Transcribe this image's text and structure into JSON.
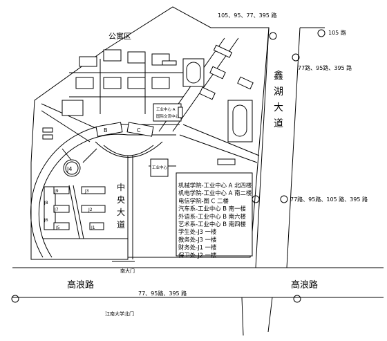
{
  "map": {
    "areas": {
      "apartment": "公寓区"
    },
    "roads": {
      "xinhu": "鑫湖大道",
      "central": "中央大道",
      "gaolang_left": "高浪路",
      "gaolang_right": "高浪路"
    },
    "bus": {
      "top": "105、95、77、395 路",
      "top_right": "105 路",
      "right_upper": "77路、95路、395 路",
      "right_middle": "77路、95路、105 路、395 路",
      "bottom": "77、95路、395 路"
    },
    "gates": {
      "south": "南大门",
      "north_jiangnan": "江南大学北门"
    },
    "buildings": {
      "b": "B",
      "c": "C",
      "j1": "J1",
      "j2": "J2",
      "j3": "J3",
      "j4": "J4",
      "j5": "J5",
      "j6": "J6",
      "j7": "J7",
      "j8": "J8",
      "j9": "J9",
      "gongye_a_line1": "工业中心 A",
      "gongye_a_line2": "国际交流中心",
      "gongye_b": "工业中心"
    },
    "legend": {
      "lines": [
        "机械学院-工业中心 A 北四楼",
        "机电学院-工业中心 A 南二楼",
        "电信学院-图 C 二楼",
        "汽车系-工业中心 B 南一楼",
        "外语系-工业中心 B 南六楼",
        "艺术系-工业中心 B 南四楼",
        "学生处-J3 一楼",
        "教务处-J3 一楼",
        "财务处-J1 一楼",
        "保卫处-J2 一楼"
      ]
    }
  }
}
